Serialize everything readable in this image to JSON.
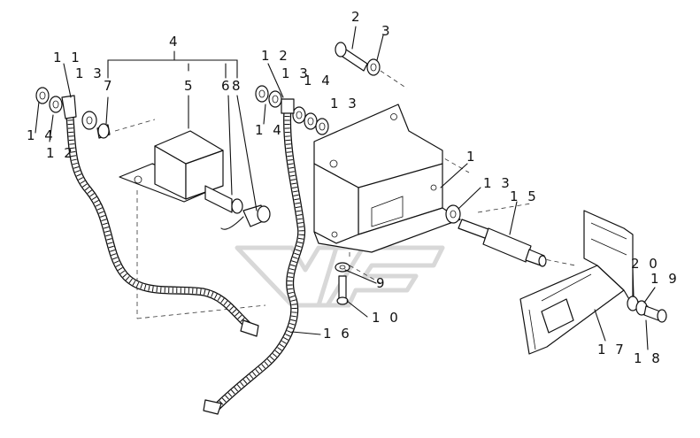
{
  "callouts": {
    "c4": "4",
    "c5": "5",
    "c6": "6",
    "c7": "7",
    "c8": "8",
    "c11": "1 1",
    "c13a": "1 3",
    "c14a": "1 4",
    "c12a": "1 2",
    "c12b": "1 2",
    "c13b": "1 3",
    "c14b": "1 4",
    "c13c": "1 3",
    "c14c": "1 4",
    "c2": "2",
    "c3": "3",
    "c1": "1",
    "c13d": "1 3",
    "c15": "1 5",
    "c9": "9",
    "c10": "1 0",
    "c16": "1 6",
    "c17": "1 7",
    "c18": "1 8",
    "c19": "1 9",
    "c20": "2 0"
  }
}
